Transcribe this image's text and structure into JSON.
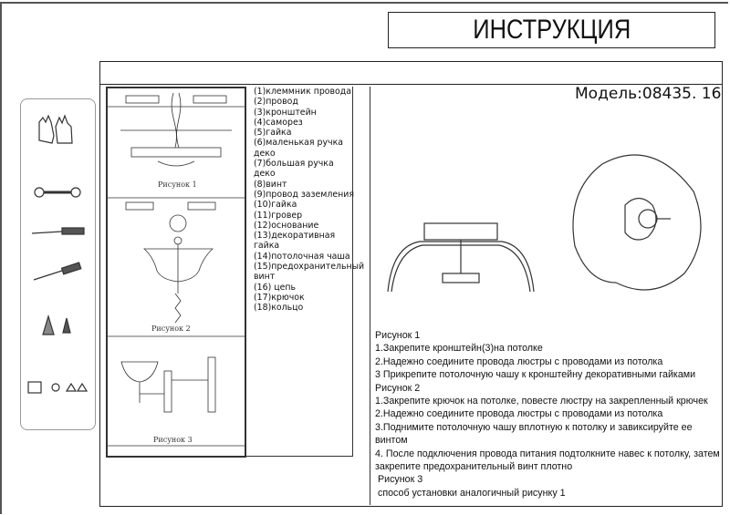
{
  "title": "ИНСТРУКЦИЯ",
  "model": "Модель:08435. 16",
  "figures": {
    "fig1": "Рисунок 1",
    "fig2": "Рисунок 2",
    "fig3": "Рисунок 3"
  },
  "parts": [
    "(1)клеммник провода",
    "(2)провод",
    "(3)кронштейн",
    "(4)саморез",
    "(5)гайка",
    "(6)маленькая ручка деко",
    "(7)большая ручка деко",
    "(8)винт",
    "(9)провод заземления",
    "(10)гайка",
    "(11)гровер",
    "(12)основание",
    "(13)декоративная гайка",
    "(14)потолочная чаша",
    "(15)предохранительный винт",
    "(16) цепь",
    "(17)крючок",
    "(18)кольцо"
  ],
  "steps": [
    "Рисунок 1",
    "1.Закрепите кронштейн(3)на потолке",
    "2.Надежно соедините провода люстры с проводами из потолка",
    "3 Прикрепите потолочную чашу к кронштейну декоративными гайками",
    "Рисунок 2",
    "1.Закрепите крючок на потолке, повесте люстру на закрепленный крючек",
    "2.Надежно соедините провода люстры с проводами из потолка",
    "3.Поднимите потолочную чашу вплотную к потолку и завиксируйте ее винтом",
    "4.  После подключения провода питания подтолкните навес к потолку, затем закрепите предохранительный винт плотно",
    " Рисунок 3",
    " способ установки аналогичный рисунку 1"
  ],
  "tools": [
    "gloves-icon",
    "wrench-icon",
    "screwdriver-flat-icon",
    "screwdriver-phillips-icon",
    "wall-anchor-icon",
    "connectors-icon"
  ]
}
